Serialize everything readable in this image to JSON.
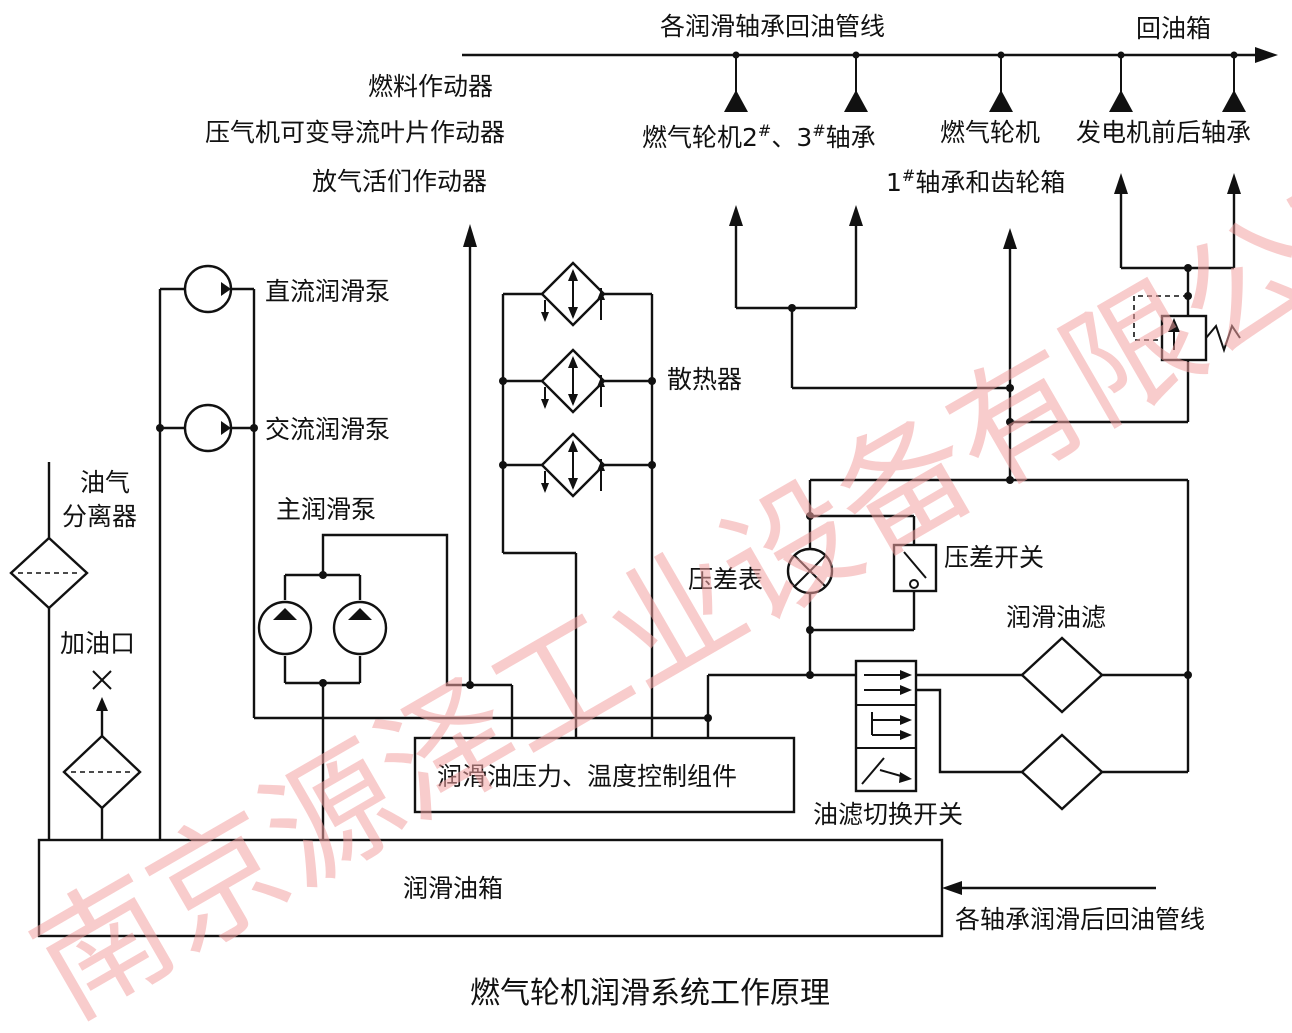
{
  "labels": {
    "return_main": "各润滑轴承回油管线",
    "return_tank": "回油箱",
    "fuel_actuator": "燃料作动器",
    "vane_actuator": "压气机可变导流叶片作动器",
    "bleed_actuator": "放气活们作动器",
    "gt_bearings_a": "燃气轮机2",
    "gt_bearings_b": "、3",
    "gt_bearings_c": "轴承",
    "gt_gearbox_a": "燃气轮机",
    "gt_gearbox_b": "1",
    "gt_gearbox_c": "轴承和齿轮箱",
    "generator_bearings": "发电机前后轴承",
    "hash": "#",
    "dc_pump": "直流润滑泵",
    "ac_pump": "交流润滑泵",
    "main_pump": "主润滑泵",
    "cooler": "散热器",
    "separator_1": "油气",
    "separator_2": "分离器",
    "filler": "加油口",
    "dp_gauge": "压差表",
    "dp_switch": "压差开关",
    "oil_filter": "润滑油滤",
    "control_unit": "润滑油压力、温度控制组件",
    "filter_switch": "油滤切换开关",
    "oil_tank": "润滑油箱",
    "return_after": "各轴承润滑后回油管线",
    "caption": "燃气轮机润滑系统工作原理"
  },
  "watermark": "南京源泽工业设备有限公司",
  "colors": {
    "line": "#111111",
    "watermark": "#f3a3a3"
  }
}
